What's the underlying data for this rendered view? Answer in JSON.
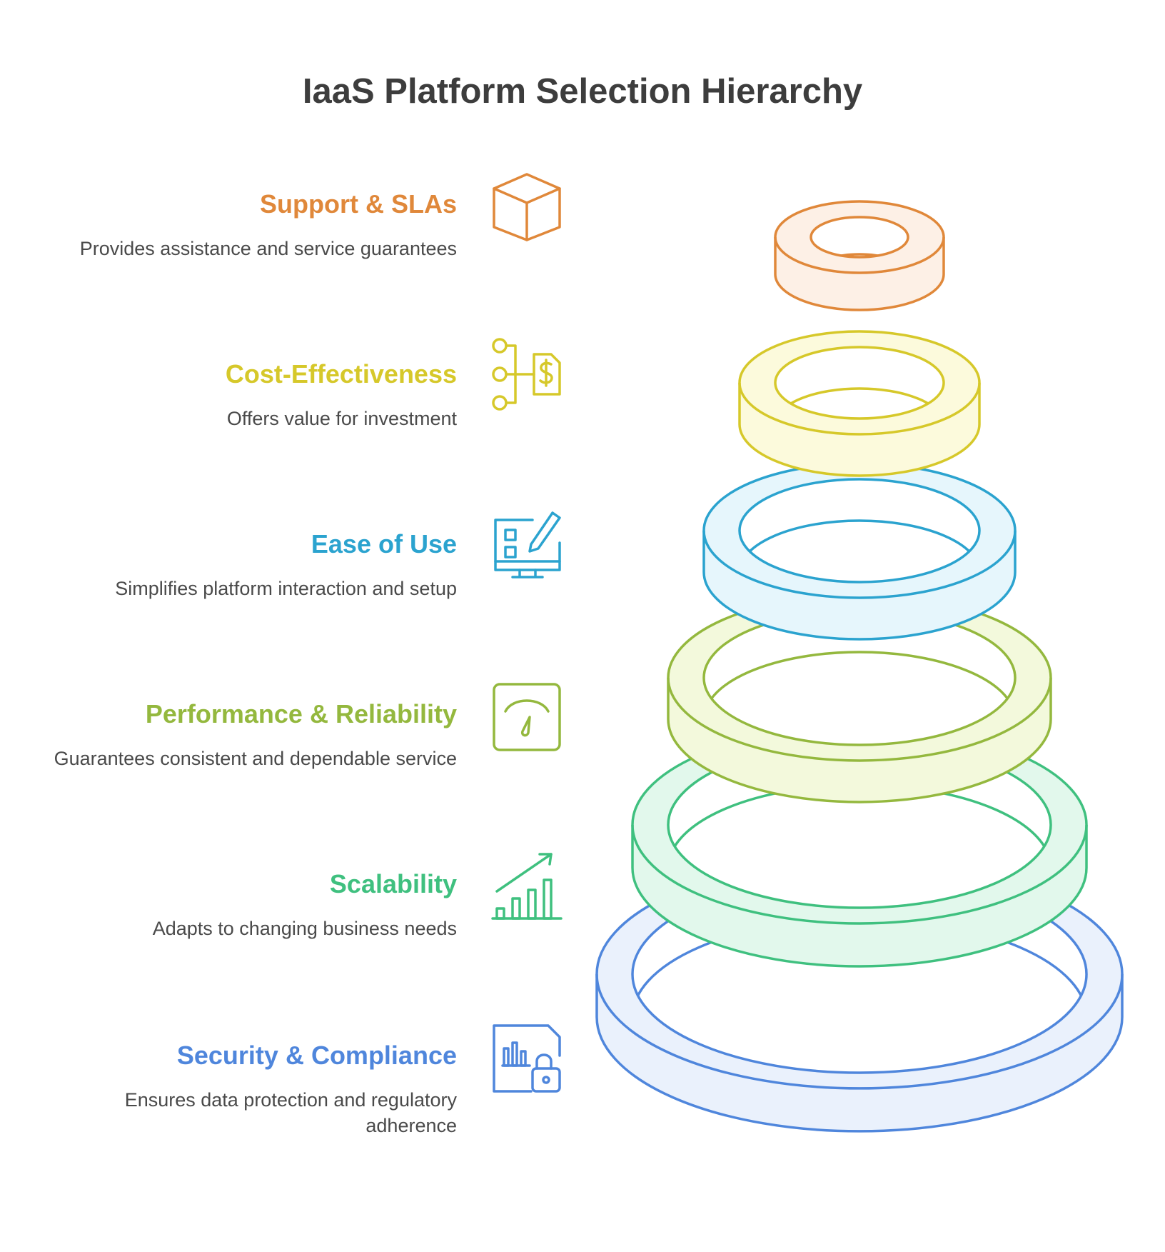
{
  "title": "IaaS Platform Selection Hierarchy",
  "levels": [
    {
      "heading": "Support & SLAs",
      "description": "Provides assistance and service guarantees",
      "color": "#e0883a",
      "fill": "#fdf0e6",
      "icon": "box-icon"
    },
    {
      "heading": "Cost-Effectiveness",
      "description": "Offers value for investment",
      "color": "#d6c82a",
      "fill": "#fcfadc",
      "icon": "cost-flow-icon"
    },
    {
      "heading": "Ease of Use",
      "description": "Simplifies platform interaction and setup",
      "color": "#2ba3cf",
      "fill": "#e6f6fc",
      "icon": "monitor-edit-icon"
    },
    {
      "heading": "Performance & Reliability",
      "description": "Guarantees consistent and dependable service",
      "color": "#94b83e",
      "fill": "#f3f9dc",
      "icon": "gauge-icon"
    },
    {
      "heading": "Scalability",
      "description": "Adapts to changing business needs",
      "color": "#3fc07f",
      "fill": "#e2f8ec",
      "icon": "growth-chart-icon"
    },
    {
      "heading": "Security & Compliance",
      "description": "Ensures data protection and regulatory adherence",
      "color": "#4f86dc",
      "fill": "#eaf1fc",
      "icon": "secure-document-icon"
    }
  ]
}
